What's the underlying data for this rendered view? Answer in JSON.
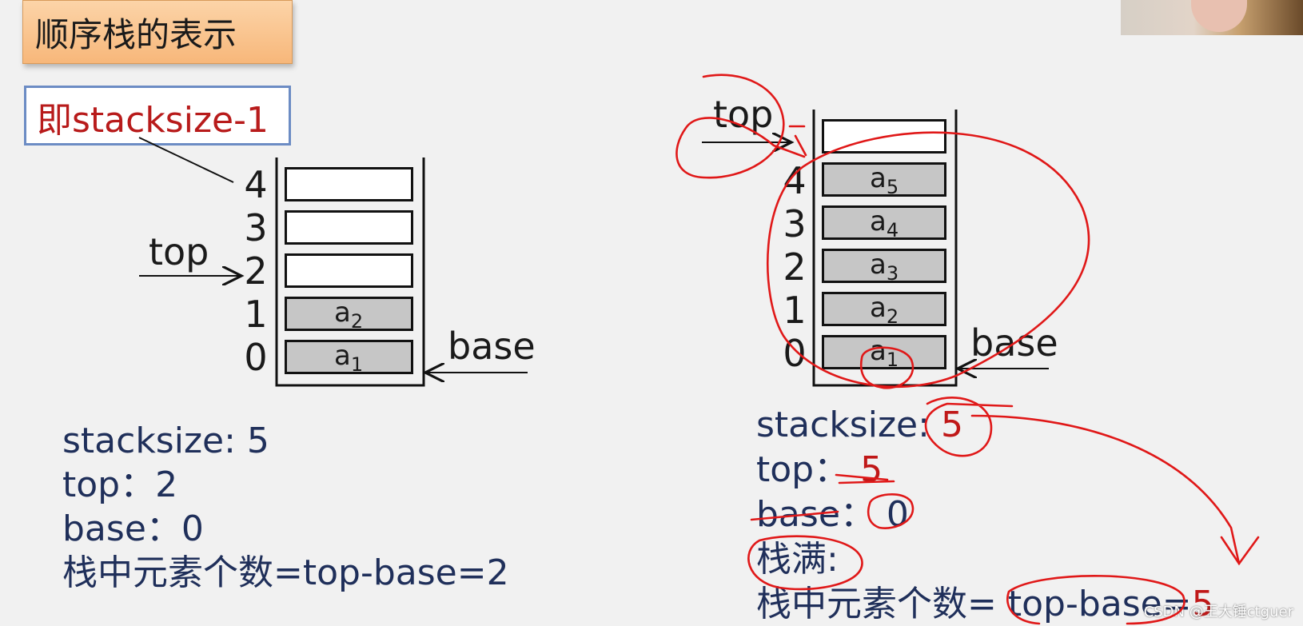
{
  "title": "顺序栈的表示",
  "callout": "即stacksize-1",
  "left_stack": {
    "top_label": "top",
    "base_label": "base",
    "indices": [
      "4",
      "3",
      "2",
      "1",
      "0"
    ],
    "cells": [
      {
        "index": "4",
        "main": "",
        "sub": ""
      },
      {
        "index": "3",
        "main": "",
        "sub": ""
      },
      {
        "index": "2",
        "main": "",
        "sub": ""
      },
      {
        "index": "1",
        "main": "a",
        "sub": "2"
      },
      {
        "index": "0",
        "main": "a",
        "sub": "1"
      }
    ],
    "info": {
      "stacksize": "stacksize: 5",
      "top": "top：2",
      "base": "base：0",
      "count": "栈中元素个数=top-base=2"
    }
  },
  "right_stack": {
    "top_label": "top",
    "base_label": "base",
    "indices": [
      "4",
      "3",
      "2",
      "1",
      "0"
    ],
    "cells": [
      {
        "index": "",
        "main": "",
        "sub": ""
      },
      {
        "index": "4",
        "main": "a",
        "sub": "5"
      },
      {
        "index": "3",
        "main": "a",
        "sub": "4"
      },
      {
        "index": "2",
        "main": "a",
        "sub": "3"
      },
      {
        "index": "1",
        "main": "a",
        "sub": "2"
      },
      {
        "index": "0",
        "main": "a",
        "sub": "1"
      }
    ],
    "info": {
      "stacksize_label": "stacksize:",
      "stacksize_value": "5",
      "top_label": "top：",
      "top_value": "5",
      "base_label": "base：",
      "base_value": "0",
      "full_label": "栈满:",
      "count_label": "栈中元素个数=",
      "count_expr": "top-base=",
      "count_value": "5"
    }
  },
  "watermark": "CSDN @王大锤ctguer",
  "colors": {
    "title_bg": "#f7b77a",
    "callout_border": "#6c8cc4",
    "callout_text": "#b81b1b",
    "info_text": "#1f2f5a",
    "annotation_red": "#e01818",
    "filled_cell": "#c6c6c6"
  }
}
